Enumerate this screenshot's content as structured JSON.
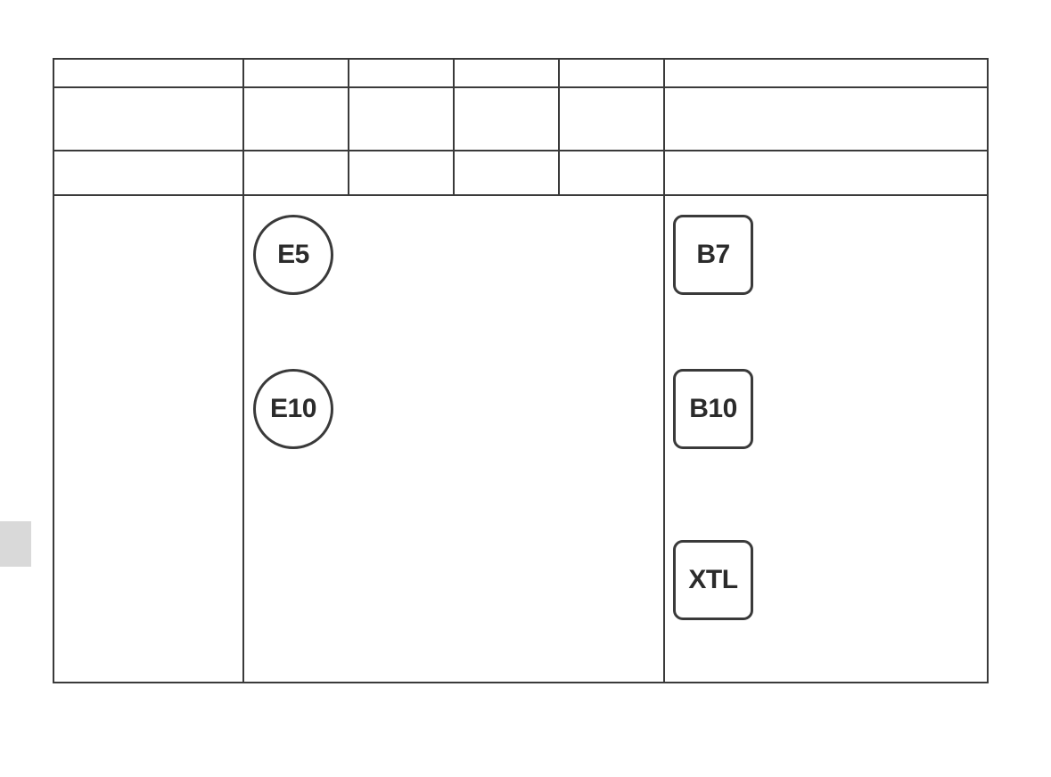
{
  "fuel_labels": {
    "petrol": [
      "E5",
      "E10"
    ],
    "diesel": [
      "B7",
      "B10",
      "XTL"
    ]
  },
  "colors": {
    "line": "#3a3a3a",
    "text": "#2b2b2b",
    "side_tab": "#d9d9d9"
  }
}
